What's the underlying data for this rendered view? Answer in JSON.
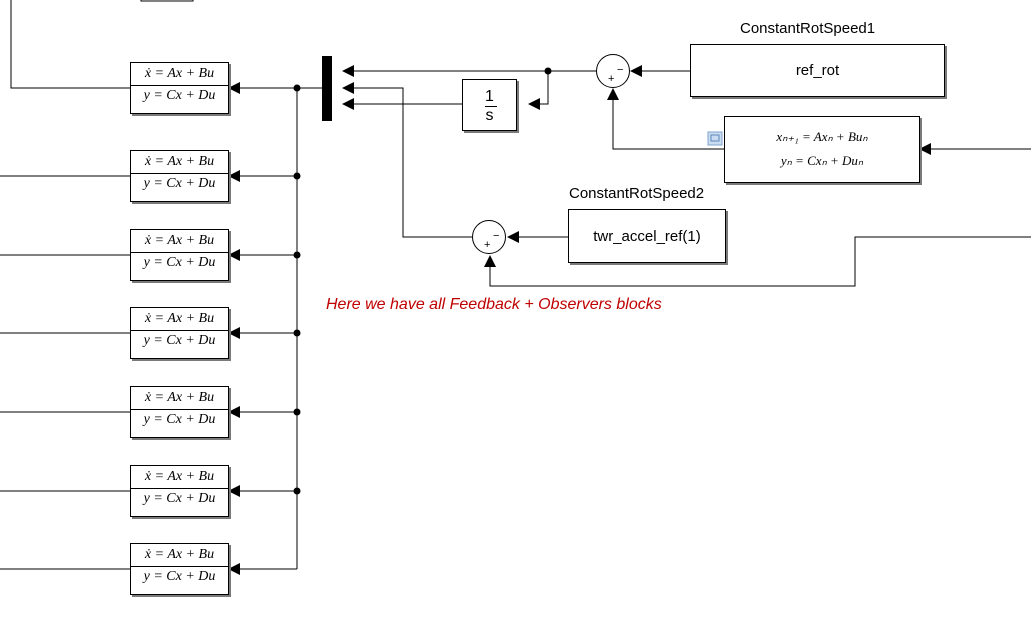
{
  "state_space": {
    "line1": "ẋ = Ax + Bu",
    "line2": "y = Cx + Du"
  },
  "discrete_state_space": {
    "line1": "xₙ₊₁ = Axₙ + Buₙ",
    "line2": "yₙ = Cxₙ + Duₙ"
  },
  "integrator": {
    "numerator": "1",
    "denominator": "s"
  },
  "const_rot_speed1": {
    "name": "ConstantRotSpeed1",
    "value": "ref_rot"
  },
  "const_rot_speed2": {
    "name": "ConstantRotSpeed2",
    "value": "twr_accel_ref(1)"
  },
  "sum_signs": {
    "minus": "−",
    "plus": "+"
  },
  "annotation": "Here we have all Feedback + Observers blocks"
}
